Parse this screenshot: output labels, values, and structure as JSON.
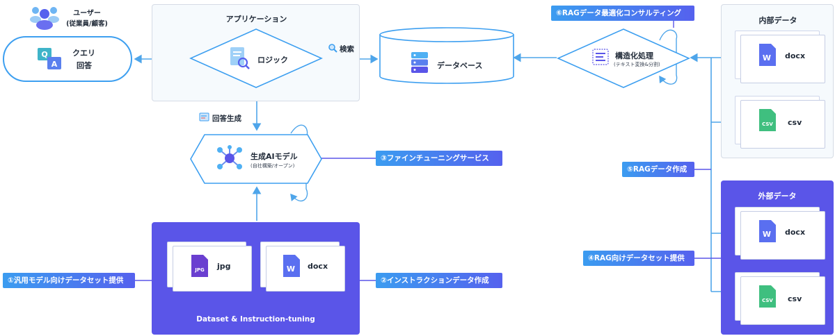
{
  "user": {
    "label": "ユーザー",
    "sub": "(従業員/顧客)"
  },
  "query": {
    "line1": "クエリ",
    "line2": "回答"
  },
  "application": {
    "title": "アプリケーション",
    "logic": "ロジック"
  },
  "search": {
    "label": "検索"
  },
  "answer_gen": {
    "label": "回答生成"
  },
  "genai": {
    "title": "生成AIモデル",
    "sub": "(自社構築/オープン)"
  },
  "database": {
    "label": "データベース"
  },
  "structuring": {
    "title": "構造化処理",
    "sub": "(テキスト変換&分割)"
  },
  "internal_data": {
    "title": "内部データ",
    "docx": "docx",
    "csv": "csv"
  },
  "external_data": {
    "title": "外部データ",
    "docx": "docx",
    "csv": "csv"
  },
  "dataset_panel": {
    "title": "Dataset & Instruction-tuning",
    "jpg": "jpg",
    "docx": "docx"
  },
  "tags": {
    "t1": "①汎用モデル向けデータセット提供",
    "t2": "②インストラクションデータ作成",
    "t3": "③ファインチューニングサービス",
    "t4": "④RAG向けデータセット提供",
    "t5": "⑤RAGデータ作成",
    "t6": "⑥RAGデータ最適化コンサルティング"
  },
  "icon_text": {
    "qa_q": "Q",
    "qa_a": "A",
    "word": "W",
    "csv": "CSV",
    "jpg": "JPG"
  },
  "colors": {
    "accent": "#3b9cf0",
    "indigo": "#5a55e8",
    "line": "#4ea5ea",
    "panel": "#5a55e8"
  }
}
